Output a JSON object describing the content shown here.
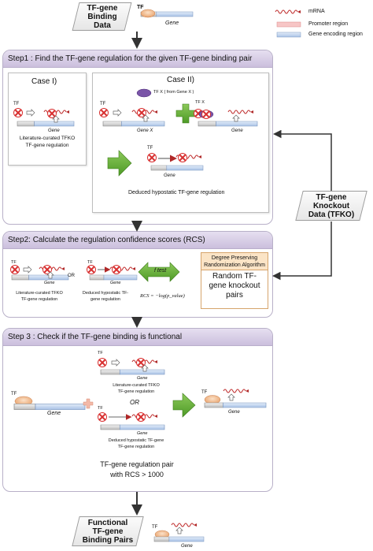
{
  "top_input": {
    "line1": "TF-gene",
    "line2": "Binding",
    "line3": "Data"
  },
  "labels": {
    "tf": "TF",
    "gene": "Gene",
    "gene_x": "Gene X"
  },
  "legend": {
    "mrna": "mRNA",
    "promoter": "Promoter region",
    "gene_region": "Gene encoding region"
  },
  "step1": {
    "title": "Step1 : Find the TF-gene regulation for the given TF-gene binding pair",
    "case1_title": "Case I)",
    "case1_caption_l1": "Literature-curated TFKO",
    "case1_caption_l2": "TF-gene regulation",
    "case2_title": "Case II)",
    "tfx_label": "TF X ( from Gene X )",
    "tfx_short": "TF X",
    "case2_caption": "Deduced  hypostatic TF-gene regulation"
  },
  "knockout": {
    "line1": "TF-gene",
    "line2": "Knockout",
    "line3": "Data (TFKO)"
  },
  "step2": {
    "title": "Step2: Calculate the regulation confidence scores (RCS)",
    "or": "OR",
    "cap1_l1": "Literature-curated TFKO",
    "cap1_l2": "TF-gene regulation",
    "cap2_l1": "Deduced  hypostatic TF-",
    "cap2_l2": "gene regulation",
    "ftest": "f test",
    "formula": "RCS = −log(p_value)",
    "algo_l1": "Degree Preserving",
    "algo_l2": "Randomization Algorithm",
    "random_l1": "Random TF-",
    "random_l2": "gene knockout",
    "random_l3": "pairs"
  },
  "step3": {
    "title": "Step 3 : Check if the TF-gene binding is functional",
    "cap1_l1": "Literature-curated TFKO",
    "cap1_l2": "TF-gene regulation",
    "or": "OR",
    "cap2_l1": "Deduced hypostatic TF-gene",
    "cap2_l2": "TF-gene regulation",
    "result_l1": "TF-gene regulation pair",
    "result_l2": "with RCS > 1000"
  },
  "output": {
    "line1": "Functional",
    "line2": "TF-gene",
    "line3": "Binding Pairs"
  },
  "colors": {
    "panel_header": "#d6cce6",
    "arrow_green": "#6aab3a",
    "xmark": "#d83030",
    "mrna": "#c03030"
  }
}
